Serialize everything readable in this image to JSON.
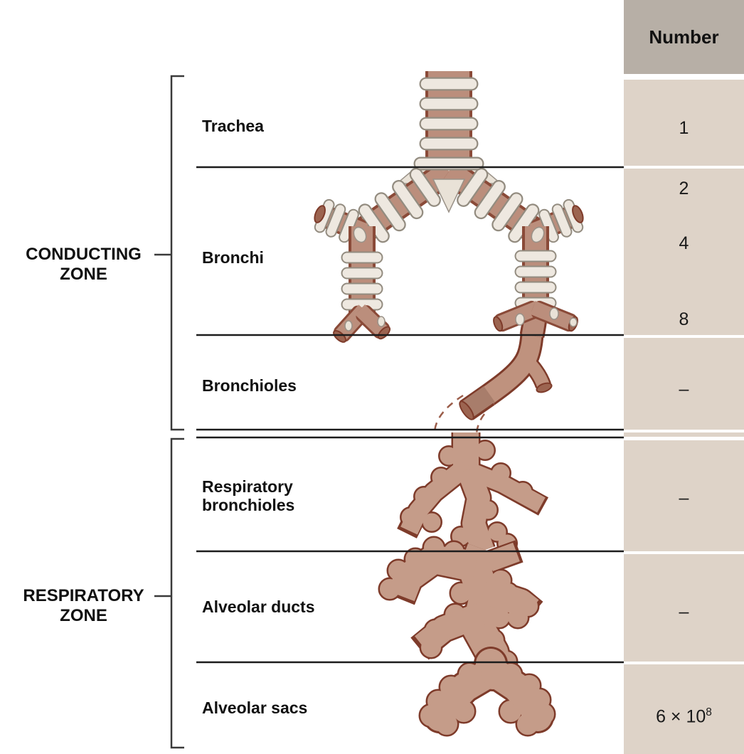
{
  "number_column": {
    "header": "Number"
  },
  "zones": [
    {
      "label": "CONDUCTING\nZONE"
    },
    {
      "label": "RESPIRATORY\nZONE"
    }
  ],
  "rows": [
    {
      "label": "Trachea",
      "number": "1"
    },
    {
      "label": "Bronchi",
      "numbers": [
        "2",
        "4",
        "8"
      ]
    },
    {
      "label": "Bronchioles",
      "number": "–"
    },
    {
      "label": "Respiratory\nbronchioles",
      "number": "–"
    },
    {
      "label": "Alveolar ducts",
      "number": "–"
    },
    {
      "label": "Alveolar sacs",
      "number_base": "6 × 10",
      "number_sup": "8"
    }
  ],
  "colors": {
    "header_bg": "#b7afa6",
    "cell_bg": "#ded3c8",
    "tube_fill": "#bb8e7c",
    "tube_outline": "#8a4a38",
    "cartilage_fill": "#eee8e0",
    "alveolar_fill": "#c59c89",
    "alveolar_outline": "#7e3b2a",
    "separator_line": "#1c1c1c"
  }
}
